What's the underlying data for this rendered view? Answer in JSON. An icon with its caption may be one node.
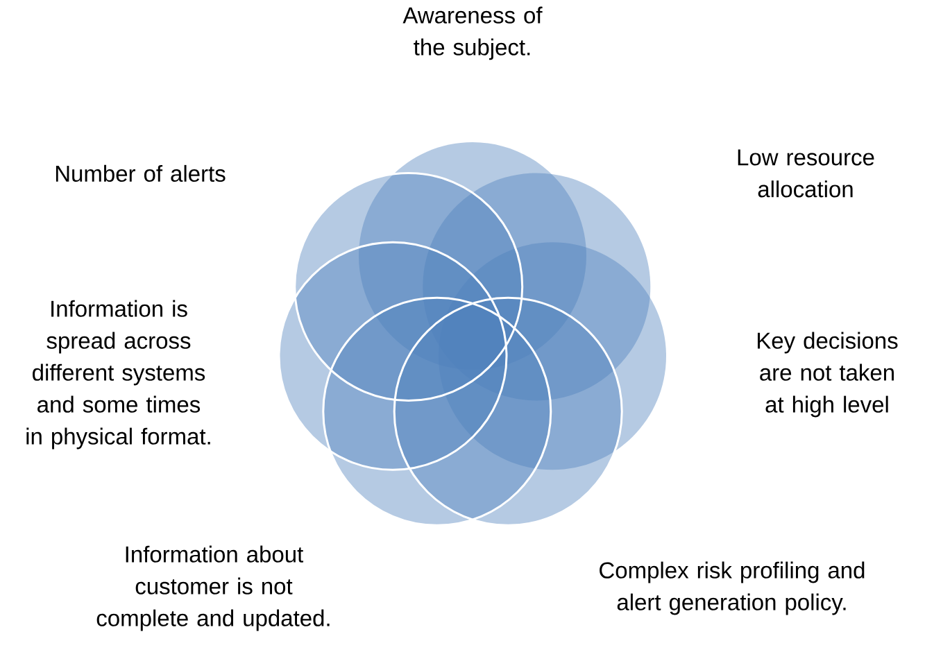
{
  "diagram": {
    "labels": [
      "Awareness of the subject.",
      "Low resource allocation",
      "Key decisions are not taken at high level",
      "Complex risk profiling and alert generation policy.",
      "Information about customer is not complete and updated.",
      "Information is spread across different systems and some times in physical format.",
      "Number of alerts"
    ]
  }
}
